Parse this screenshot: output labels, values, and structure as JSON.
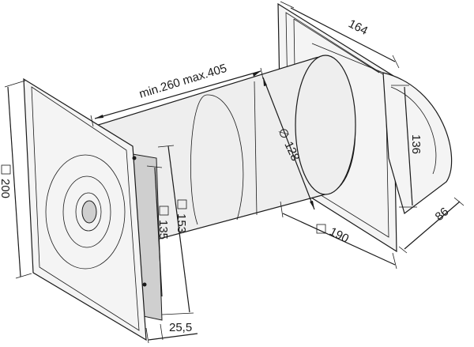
{
  "diagram": {
    "colors": {
      "line": "#1a1a1a",
      "fill": "#eeeeee",
      "panel": "#f4f4f4",
      "shade": "#cfcfcf"
    },
    "dimensions": {
      "length": "min.260  max.405",
      "diameter_symbol": "∅",
      "diameter": "128",
      "inner_square_200": "200",
      "inner_square_135": "135",
      "inner_square_153": "153",
      "depth_25_5": "25,5",
      "outer_hood_164": "164",
      "outer_hood_136": "136",
      "outer_square_190": "190",
      "outer_depth_86": "86"
    }
  }
}
